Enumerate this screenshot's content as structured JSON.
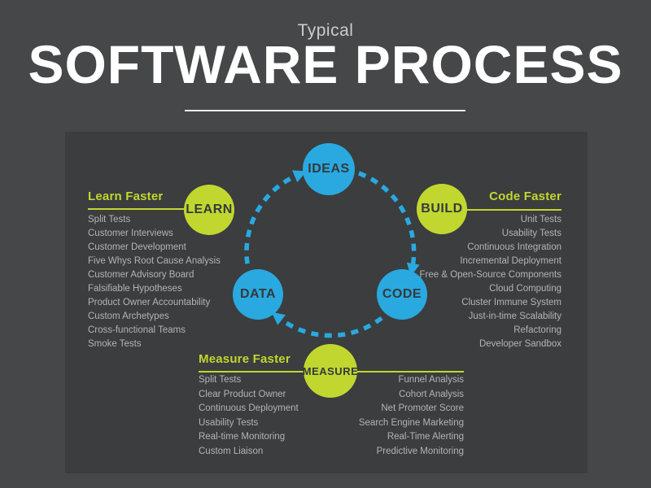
{
  "slide": {
    "eyebrow": "Typical",
    "title": "SOFTWARE PROCESS"
  },
  "colors": {
    "background": "#454748",
    "panel": "#3b3d3e",
    "blue": "#29a9e0",
    "green": "#c1d72f",
    "title_text": "#ffffff",
    "list_text": "#b4b4b4",
    "circle_text": "#343a3c"
  },
  "cycle": {
    "ideas": "IDEAS",
    "build": "BUILD",
    "code": "CODE",
    "measure": "MEASURE",
    "data": "DATA",
    "learn": "LEARN",
    "arrows": [
      "data-to-ideas",
      "ideas-to-code",
      "code-to-data"
    ]
  },
  "sections": {
    "learn": {
      "heading": "Learn Faster",
      "items": [
        "Split Tests",
        "Customer Interviews",
        "Customer Development",
        "Five Whys Root Cause Analysis",
        "Customer Advisory Board",
        "Falsifiable Hypotheses",
        "Product Owner Accountability",
        "Custom Archetypes",
        "Cross-functional Teams",
        "Smoke Tests"
      ]
    },
    "code": {
      "heading": "Code Faster",
      "items": [
        "Unit Tests",
        "Usability Tests",
        "Continuous Integration",
        "Incremental Deployment",
        "Free & Open-Source Components",
        "Cloud Computing",
        "Cluster Immune System",
        "Just-in-time Scalability",
        "Refactoring",
        "Developer Sandbox"
      ]
    },
    "measure": {
      "heading": "Measure Faster",
      "items_left": [
        "Split Tests",
        "Clear Product Owner",
        "Continuous Deployment",
        "Usability Tests",
        "Real-time Monitoring",
        "Custom Liaison"
      ],
      "items_right": [
        "Funnel Analysis",
        "Cohort Analysis",
        "Net Promoter Score",
        "Search Engine Marketing",
        "Real-Time Alerting",
        "Predictive Monitoring"
      ]
    }
  }
}
